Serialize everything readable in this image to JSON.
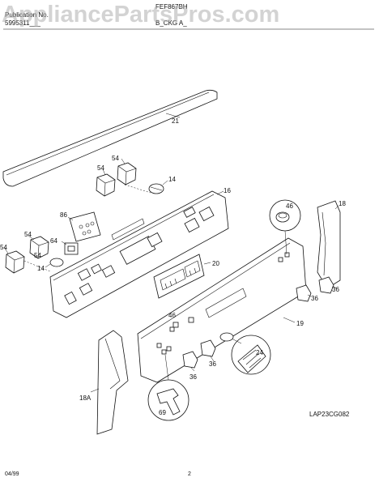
{
  "header": {
    "publication_label": "Publication No.",
    "publication_number": "5995311___",
    "model": "FEF867BH",
    "section": "B_CKG A_"
  },
  "watermark": "AppliancePartsPros.com",
  "diagram": {
    "part_callouts": [
      "21",
      "54",
      "54",
      "14",
      "16",
      "86",
      "54",
      "54",
      "64",
      "14",
      "54",
      "46",
      "18",
      "20",
      "36",
      "36",
      "46",
      "19",
      "24",
      "36",
      "36",
      "18A",
      "69"
    ],
    "drawing_code": "LAP23CG082"
  },
  "footer": {
    "date": "04/99",
    "page": "2"
  }
}
